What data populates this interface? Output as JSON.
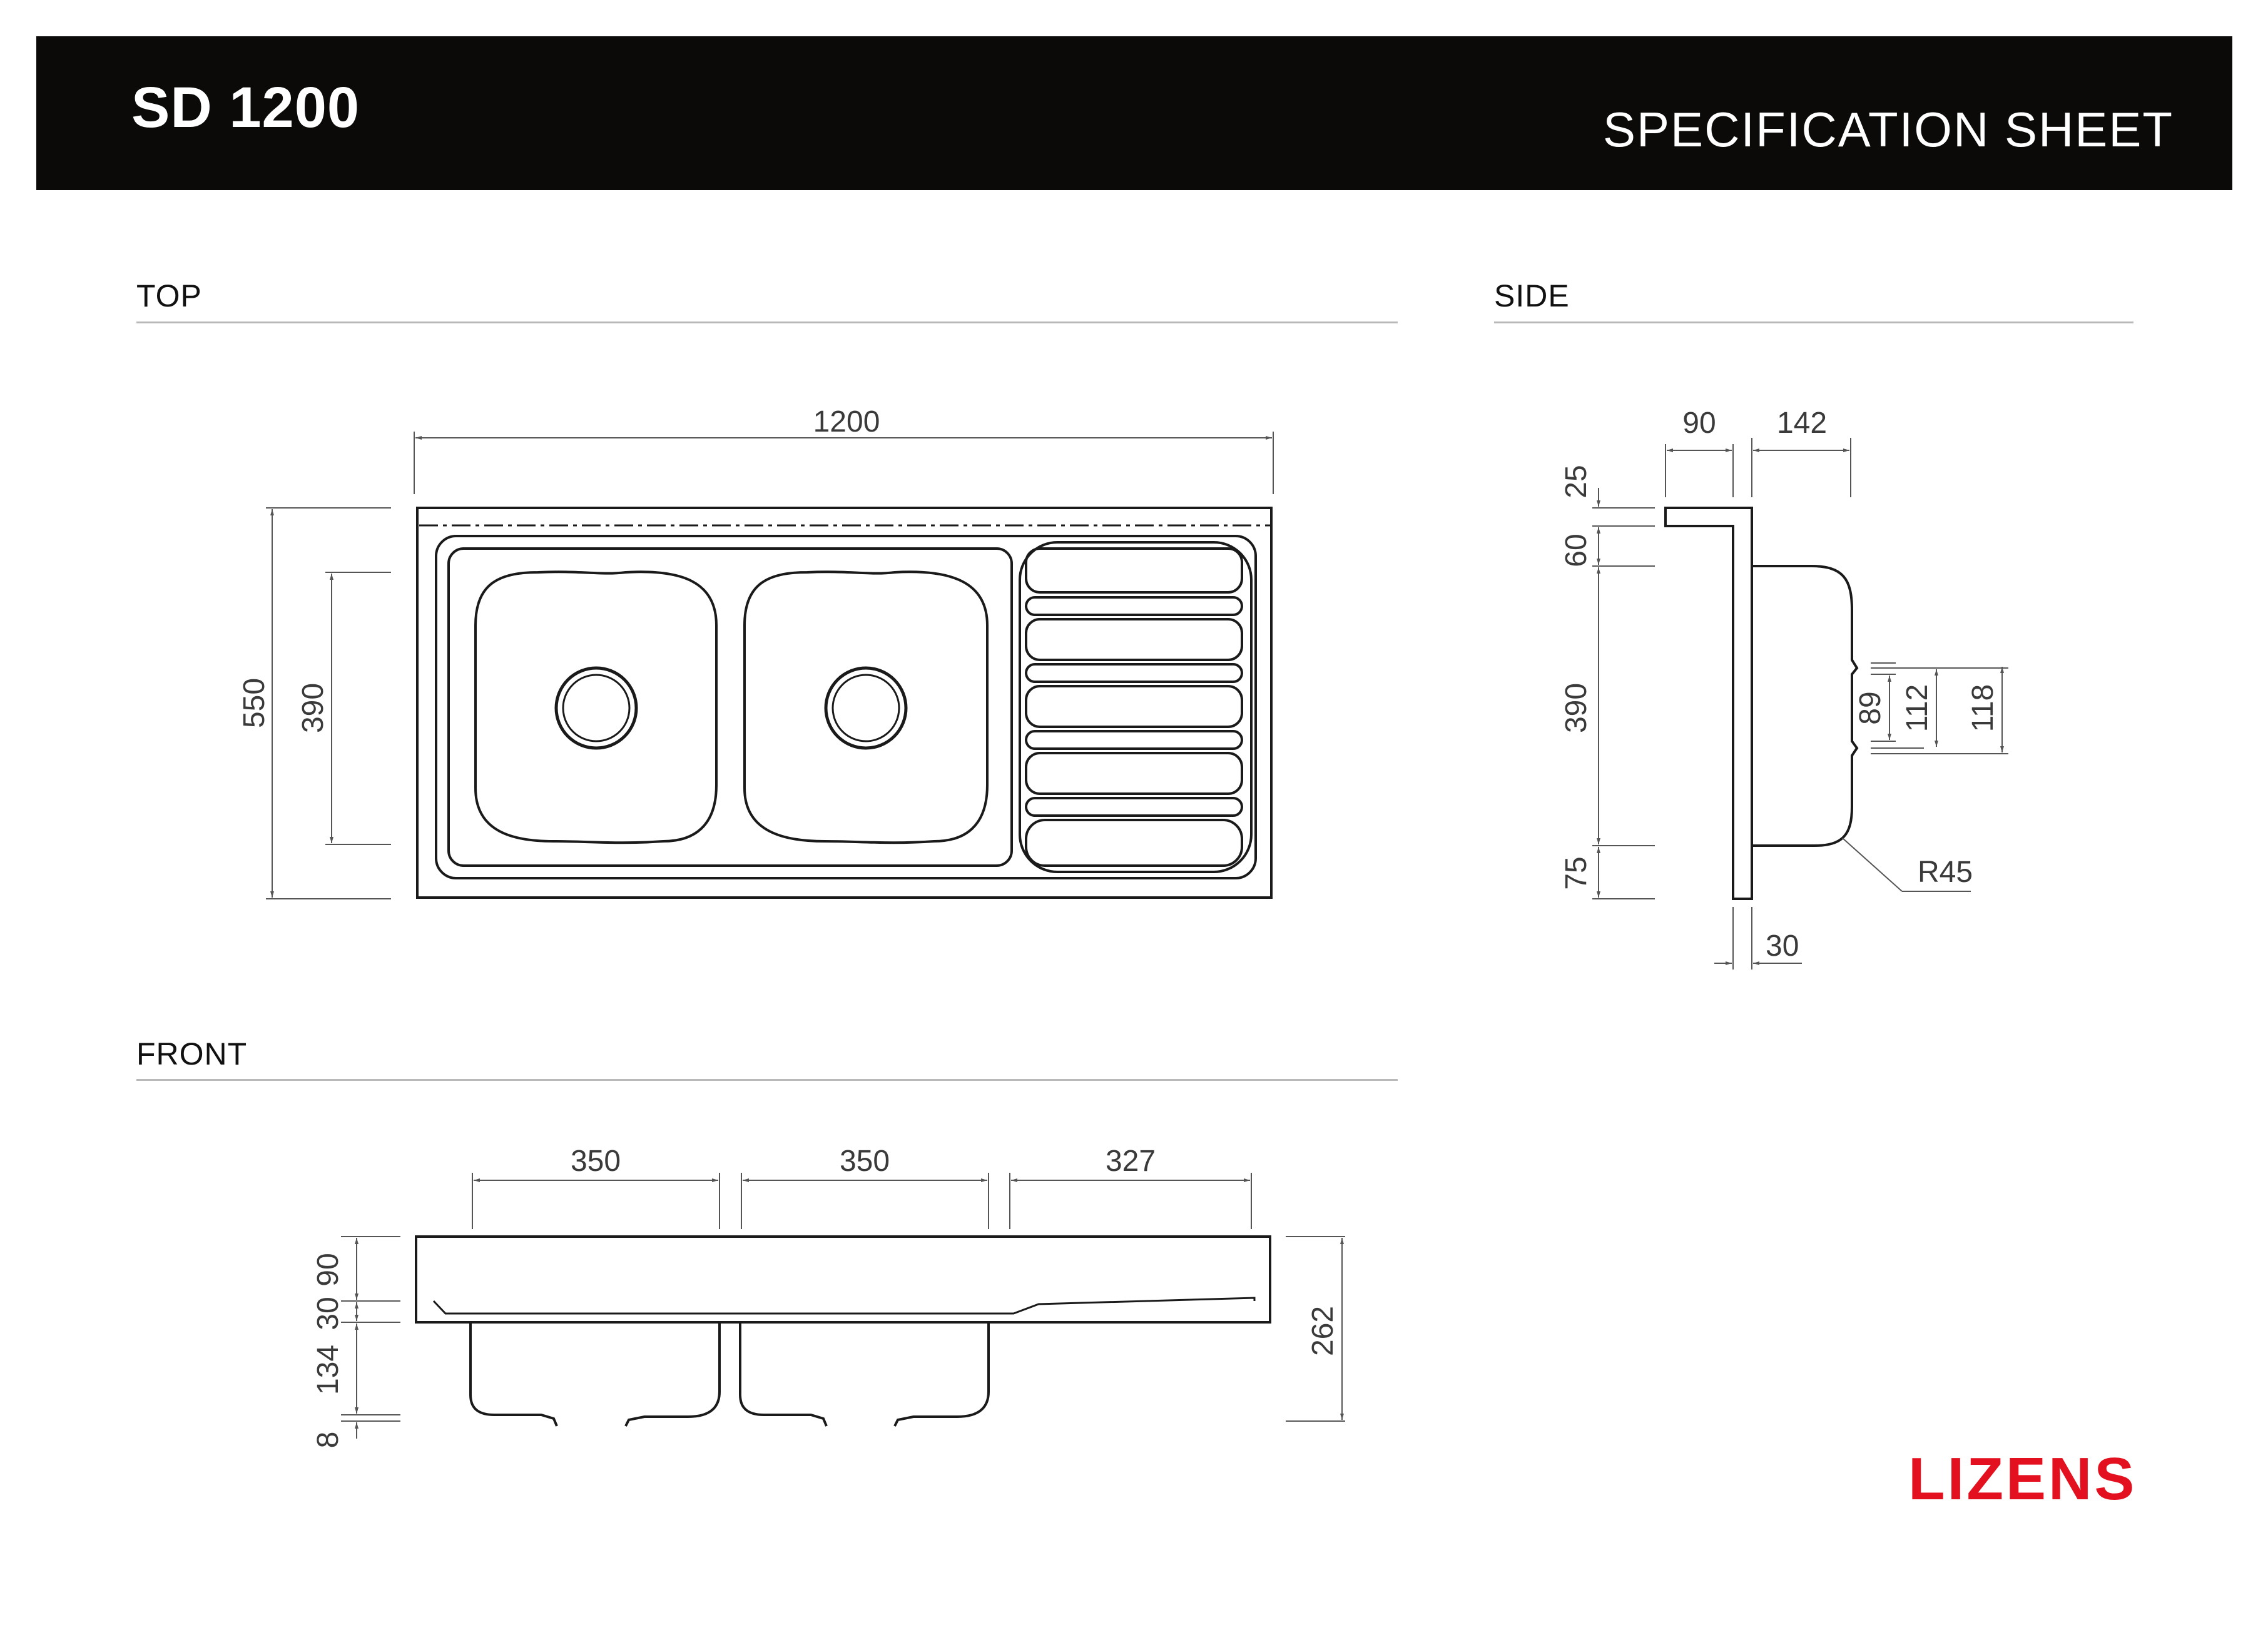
{
  "header": {
    "model": "SD 1200",
    "doc_type": "SPECIFICATION SHEET"
  },
  "sections": {
    "top": "TOP",
    "side": "SIDE",
    "front": "FRONT"
  },
  "top_view": {
    "overall_length": "1200",
    "overall_width": "550",
    "bowl_depth": "390"
  },
  "side_view": {
    "width_90": "90",
    "width_142": "142",
    "h_25": "25",
    "h_60": "60",
    "h_390": "390",
    "h_75": "75",
    "outlet_89": "89",
    "outlet_112": "112",
    "outlet_118": "118",
    "radius": "R45",
    "thickness_30": "30"
  },
  "front_view": {
    "bowl1": "350",
    "bowl2": "350",
    "drainer": "327",
    "h_90": "90",
    "h_30": "30",
    "h_134": "134",
    "h_8": "8",
    "total_height": "262"
  },
  "brand": "LIZENS",
  "colors": {
    "header_bg": "#0b0a08",
    "brand": "#e3101f",
    "line": "#1a1a1a",
    "dim": "#555555"
  }
}
